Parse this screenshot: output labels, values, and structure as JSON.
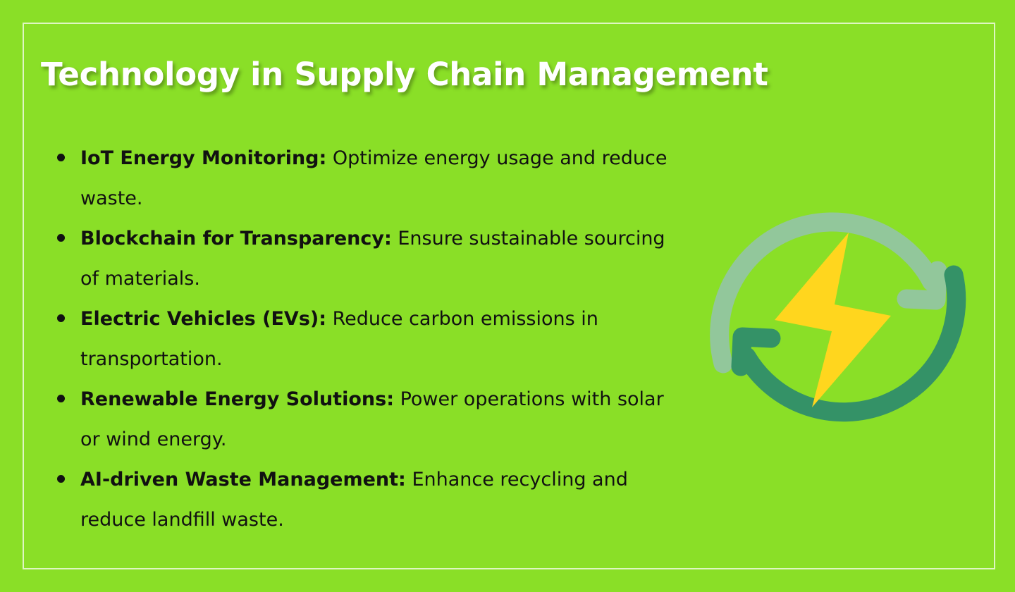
{
  "slide": {
    "title": "Technology in Supply Chain Management",
    "background_color": "#8ADF27",
    "frame_color": "#FFFFFF",
    "title_color": "#FFFFFF",
    "body_text_color": "#111111"
  },
  "bullets": [
    {
      "term": "IoT Energy Monitoring:",
      "text": " Optimize energy usage and reduce waste."
    },
    {
      "term": "Blockchain for Transparency:",
      "text": " Ensure sustainable sourcing of materials."
    },
    {
      "term": "Electric Vehicles (EVs):",
      "text": " Reduce carbon emissions in transportation."
    },
    {
      "term": "Renewable Energy Solutions:",
      "text": " Power operations with solar or wind energy."
    },
    {
      "term": "AI-driven Waste Management:",
      "text": " Enhance recycling and reduce landfill waste."
    }
  ],
  "graphic": {
    "name": "renewable-energy-cycle-icon",
    "description": "Two curved recycling arrows encircling a lightning bolt",
    "arc_light_color": "#92C79B",
    "arc_dark_color": "#349267",
    "bolt_color": "#FFD61E"
  }
}
